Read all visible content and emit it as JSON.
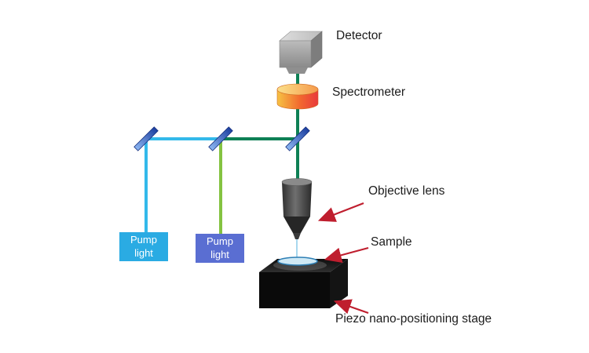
{
  "labels": {
    "detector": "Detector",
    "spectrometer": "Spectrometer",
    "objective_lens": "Objective lens",
    "sample": "Sample",
    "piezo_stage": "Piezo nano-positioning stage",
    "pump_left": "Pump light",
    "pump_right": "Pump light"
  },
  "colors": {
    "beam_teal": "#0e8055",
    "beam_cyan": "#33b9ea",
    "beam_green": "#84c341",
    "splitter_blue": "#2c55b8",
    "pump_left_bg": "#2aabe3",
    "pump_right_bg": "#5a6ed2",
    "arrow_red": "#bf1e2e",
    "sample_blue": "#cfe9f5",
    "stage_black": "#0a0a0a"
  }
}
